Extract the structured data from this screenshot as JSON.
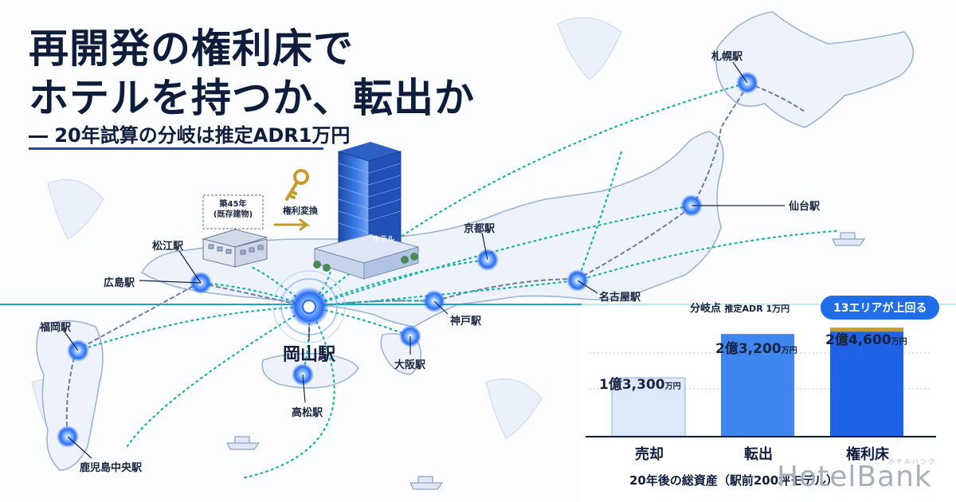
{
  "headline": {
    "line1": "再開発の権利床で",
    "line2": "ホテルを持つか、転出か",
    "subtitle": "― 20年試算の分岐は推定ADR1万円"
  },
  "stations": {
    "sapporo": "札幌駅",
    "sendai": "仙台駅",
    "nagoya": "名古屋駅",
    "kyoto": "京都駅",
    "kobe": "神戸駅",
    "osaka": "大阪駅",
    "okayama": "岡山駅",
    "takamatsu": "高松駅",
    "matsue": "松江駅",
    "hiroshima": "広島駅",
    "fukuoka": "福岡駅",
    "kagoshima": "鹿児島中央駅"
  },
  "illustration": {
    "old_building_line1": "築45年",
    "old_building_line2": "(既存建物)",
    "conversion": "権利変換",
    "hotel_sign": "ホテル"
  },
  "branch": {
    "label": "分岐点",
    "detail": "推定ADR 1万円",
    "badge": "13エリアが上回る"
  },
  "chart_data": {
    "type": "bar",
    "categories": [
      "売却",
      "転出",
      "権利床"
    ],
    "values": [
      13300,
      23200,
      24600
    ],
    "value_labels": [
      {
        "main": "1億3,300",
        "unit": "万円"
      },
      {
        "main": "2億3,200",
        "unit": "万円"
      },
      {
        "main": "2億4,600",
        "unit": "万円"
      }
    ],
    "colors": [
      "#dce9fb",
      "#3f86ee",
      "#1f62e6"
    ],
    "ylim": [
      0,
      27000
    ],
    "grid": true,
    "xlabel": "20年後の総資産（駅前200坪モデル）"
  },
  "logo": {
    "text": "HotelBank",
    "kana": "ホテルバンク"
  }
}
